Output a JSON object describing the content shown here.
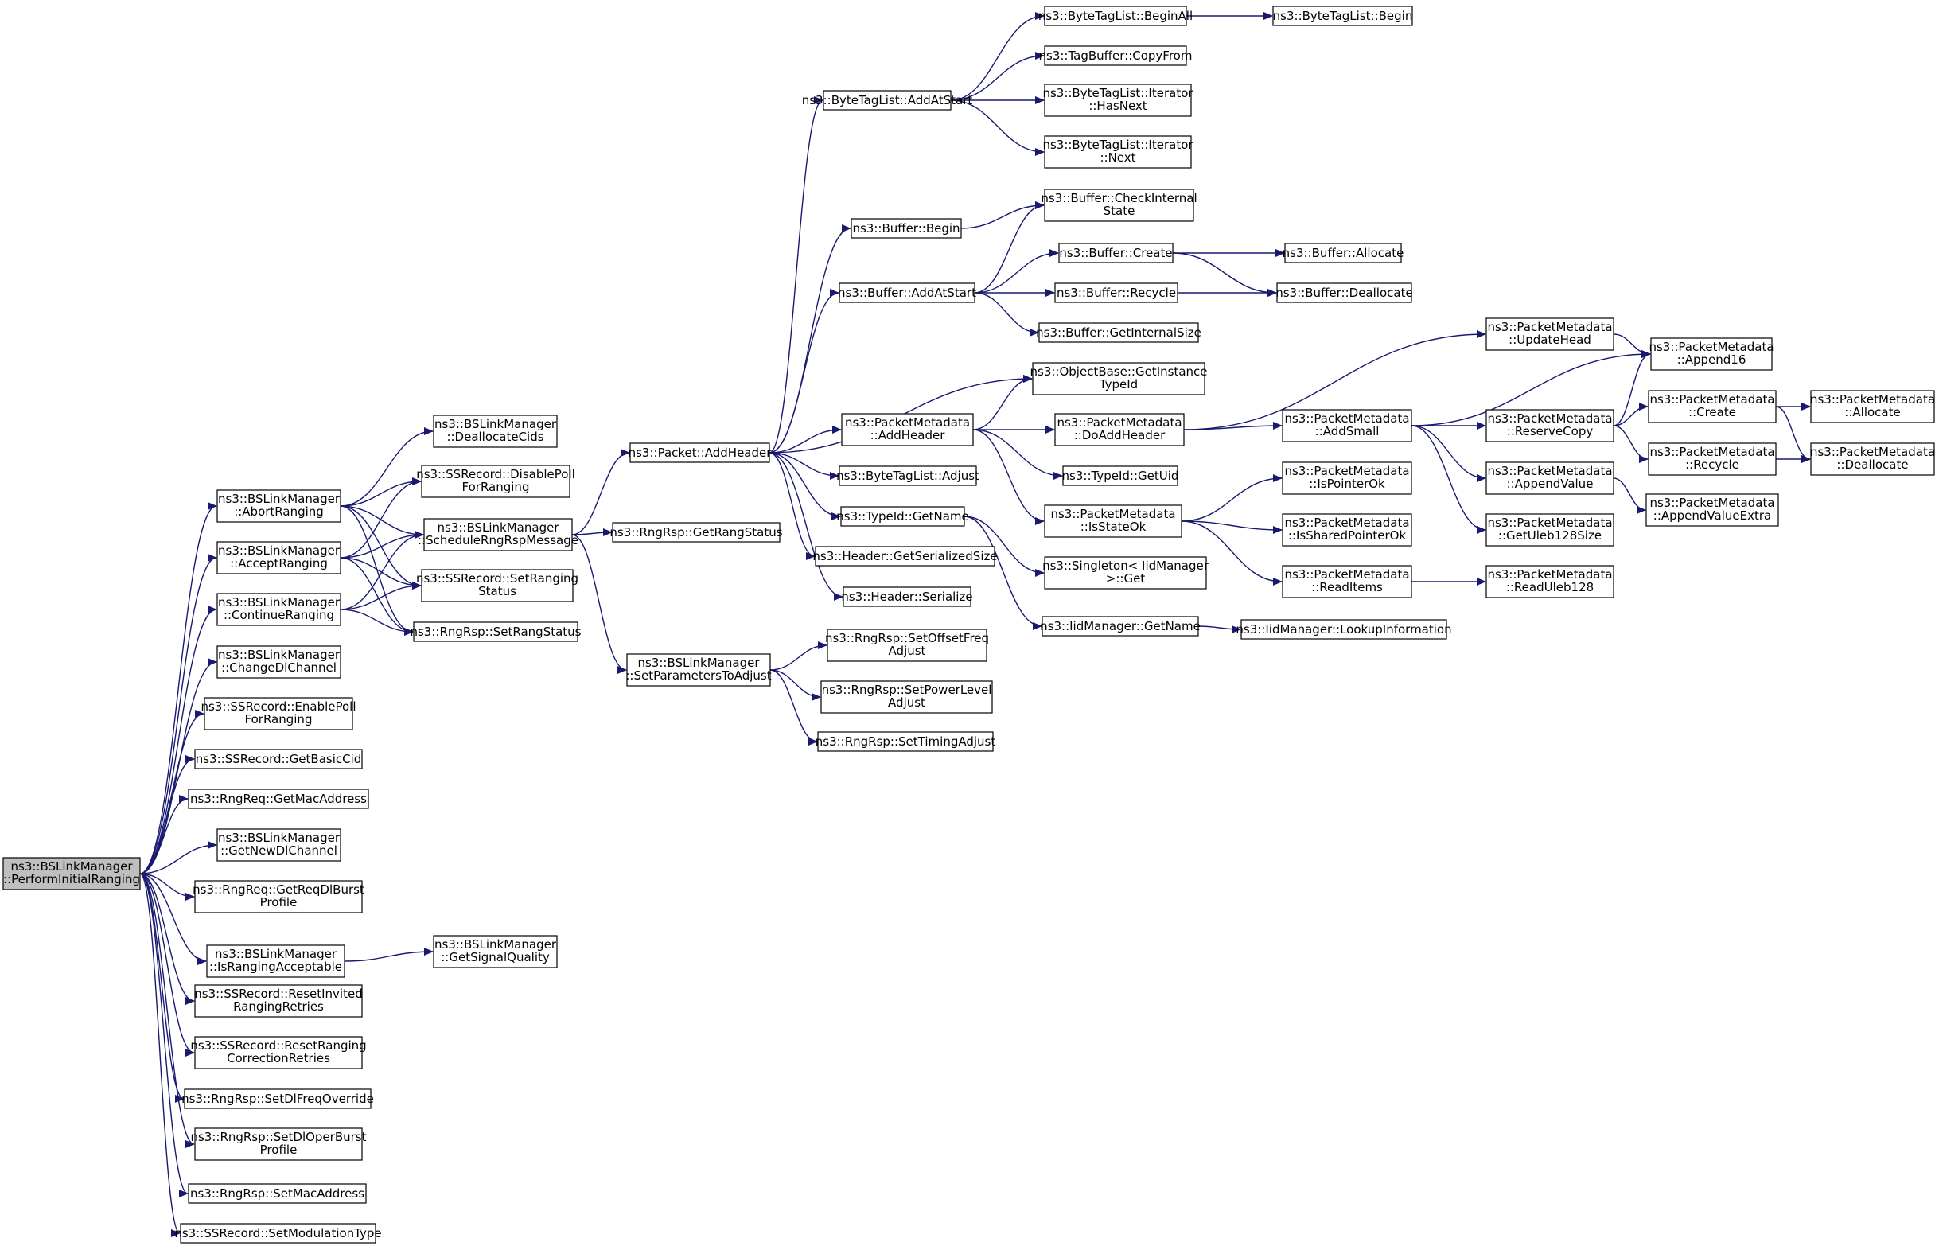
{
  "colors": {
    "edge": "#191970",
    "node_border": "#000000",
    "node_fill": "#ffffff",
    "root_fill": "#bfbfbf"
  },
  "nodes": [
    {
      "id": "root",
      "lines": [
        "ns3::BSLinkManager",
        "::PerformInitialRanging"
      ],
      "root": true
    },
    {
      "id": "abort",
      "lines": [
        "ns3::BSLinkManager",
        "::AbortRanging"
      ]
    },
    {
      "id": "accept",
      "lines": [
        "ns3::BSLinkManager",
        "::AcceptRanging"
      ]
    },
    {
      "id": "cont",
      "lines": [
        "ns3::BSLinkManager",
        "::ContinueRanging"
      ]
    },
    {
      "id": "chdl",
      "lines": [
        "ns3::BSLinkManager",
        "::ChangeDlChannel"
      ]
    },
    {
      "id": "enpoll",
      "lines": [
        "ns3::SSRecord::EnablePoll",
        "ForRanging"
      ]
    },
    {
      "id": "basiccid",
      "lines": [
        "ns3::SSRecord::GetBasicCid"
      ]
    },
    {
      "id": "reqmac",
      "lines": [
        "ns3::RngReq::GetMacAddress"
      ]
    },
    {
      "id": "newdl",
      "lines": [
        "ns3::BSLinkManager",
        "::GetNewDlChannel"
      ]
    },
    {
      "id": "reqdl",
      "lines": [
        "ns3::RngReq::GetReqDlBurst",
        "Profile"
      ]
    },
    {
      "id": "isacc",
      "lines": [
        "ns3::BSLinkManager",
        "::IsRangingAcceptable"
      ]
    },
    {
      "id": "resinv",
      "lines": [
        "ns3::SSRecord::ResetInvited",
        "RangingRetries"
      ]
    },
    {
      "id": "rescorr",
      "lines": [
        "ns3::SSRecord::ResetRanging",
        "CorrectionRetries"
      ]
    },
    {
      "id": "dlfreq",
      "lines": [
        "ns3::RngRsp::SetDlFreqOverride"
      ]
    },
    {
      "id": "dloper",
      "lines": [
        "ns3::RngRsp::SetDlOperBurst",
        "Profile"
      ]
    },
    {
      "id": "setmac",
      "lines": [
        "ns3::RngRsp::SetMacAddress"
      ]
    },
    {
      "id": "setmod",
      "lines": [
        "ns3::SSRecord::SetModulationType"
      ]
    },
    {
      "id": "dealloccids",
      "lines": [
        "ns3::BSLinkManager",
        "::DeallocateCids"
      ]
    },
    {
      "id": "dispoll",
      "lines": [
        "ns3::SSRecord::DisablePoll",
        "ForRanging"
      ]
    },
    {
      "id": "sched",
      "lines": [
        "ns3::BSLinkManager",
        "::ScheduleRngRspMessage"
      ]
    },
    {
      "id": "ssrang",
      "lines": [
        "ns3::SSRecord::SetRanging",
        "Status"
      ]
    },
    {
      "id": "rsprang",
      "lines": [
        "ns3::RngRsp::SetRangStatus"
      ]
    },
    {
      "id": "sigq",
      "lines": [
        "ns3::BSLinkManager",
        "::GetSignalQuality"
      ]
    },
    {
      "id": "addhdr",
      "lines": [
        "ns3::Packet::AddHeader"
      ]
    },
    {
      "id": "getrang",
      "lines": [
        "ns3::RngRsp::GetRangStatus"
      ]
    },
    {
      "id": "setparams",
      "lines": [
        "ns3::BSLinkManager",
        "::SetParametersToAdjust"
      ]
    },
    {
      "id": "btladd",
      "lines": [
        "ns3::ByteTagList::AddAtStart"
      ]
    },
    {
      "id": "bufbegin",
      "lines": [
        "ns3::Buffer::Begin"
      ]
    },
    {
      "id": "bufadd",
      "lines": [
        "ns3::Buffer::AddAtStart"
      ]
    },
    {
      "id": "pmaddh",
      "lines": [
        "ns3::PacketMetadata",
        "::AddHeader"
      ]
    },
    {
      "id": "btladj",
      "lines": [
        "ns3::ByteTagList::Adjust"
      ]
    },
    {
      "id": "tidname",
      "lines": [
        "ns3::TypeId::GetName"
      ]
    },
    {
      "id": "hdrsize",
      "lines": [
        "ns3::Header::GetSerializedSize"
      ]
    },
    {
      "id": "hdrser",
      "lines": [
        "ns3::Header::Serialize"
      ]
    },
    {
      "id": "offset",
      "lines": [
        "ns3::RngRsp::SetOffsetFreq",
        "Adjust"
      ]
    },
    {
      "id": "power",
      "lines": [
        "ns3::RngRsp::SetPowerLevel",
        "Adjust"
      ]
    },
    {
      "id": "timing",
      "lines": [
        "ns3::RngRsp::SetTimingAdjust"
      ]
    },
    {
      "id": "btlbeginall",
      "lines": [
        "ns3::ByteTagList::BeginAll"
      ]
    },
    {
      "id": "tbcopy",
      "lines": [
        "ns3::TagBuffer::CopyFrom"
      ]
    },
    {
      "id": "btlhasnext",
      "lines": [
        "ns3::ByteTagList::Iterator",
        "::HasNext"
      ]
    },
    {
      "id": "btlnext",
      "lines": [
        "ns3::ByteTagList::Iterator",
        "::Next"
      ]
    },
    {
      "id": "bufcheck",
      "lines": [
        "ns3::Buffer::CheckInternal",
        "State"
      ]
    },
    {
      "id": "bufcreate",
      "lines": [
        "ns3::Buffer::Create"
      ]
    },
    {
      "id": "bufrecycle",
      "lines": [
        "ns3::Buffer::Recycle"
      ]
    },
    {
      "id": "bufintsize",
      "lines": [
        "ns3::Buffer::GetInternalSize"
      ]
    },
    {
      "id": "obinst",
      "lines": [
        "ns3::ObjectBase::GetInstance",
        "TypeId"
      ]
    },
    {
      "id": "pmdoadd",
      "lines": [
        "ns3::PacketMetadata",
        "::DoAddHeader"
      ]
    },
    {
      "id": "tiduid",
      "lines": [
        "ns3::TypeId::GetUid"
      ]
    },
    {
      "id": "pmstate",
      "lines": [
        "ns3::PacketMetadata",
        "::IsStateOk"
      ]
    },
    {
      "id": "singleton",
      "lines": [
        "ns3::Singleton< IidManager",
        ">::Get"
      ]
    },
    {
      "id": "iidname",
      "lines": [
        "ns3::IidManager::GetName"
      ]
    },
    {
      "id": "btlbegin",
      "lines": [
        "ns3::ByteTagList::Begin"
      ]
    },
    {
      "id": "bufalloc",
      "lines": [
        "ns3::Buffer::Allocate"
      ]
    },
    {
      "id": "bufdealloc",
      "lines": [
        "ns3::Buffer::Deallocate"
      ]
    },
    {
      "id": "pmupdate",
      "lines": [
        "ns3::PacketMetadata",
        "::UpdateHead"
      ]
    },
    {
      "id": "pmaddsmall",
      "lines": [
        "ns3::PacketMetadata",
        "::AddSmall"
      ]
    },
    {
      "id": "pmptrok",
      "lines": [
        "ns3::PacketMetadata",
        "::IsPointerOk"
      ]
    },
    {
      "id": "pmshared",
      "lines": [
        "ns3::PacketMetadata",
        "::IsSharedPointerOk"
      ]
    },
    {
      "id": "pmread",
      "lines": [
        "ns3::PacketMetadata",
        "::ReadItems"
      ]
    },
    {
      "id": "iidlookup",
      "lines": [
        "ns3::IidManager::LookupInformation"
      ]
    },
    {
      "id": "pmappend16",
      "lines": [
        "ns3::PacketMetadata",
        "::Append16"
      ]
    },
    {
      "id": "pmreserve",
      "lines": [
        "ns3::PacketMetadata",
        "::ReserveCopy"
      ]
    },
    {
      "id": "pmappval",
      "lines": [
        "ns3::PacketMetadata",
        "::AppendValue"
      ]
    },
    {
      "id": "pmuleb",
      "lines": [
        "ns3::PacketMetadata",
        "::GetUleb128Size"
      ]
    },
    {
      "id": "pmreaduleb",
      "lines": [
        "ns3::PacketMetadata",
        "::ReadUleb128"
      ]
    },
    {
      "id": "pmcreate",
      "lines": [
        "ns3::PacketMetadata",
        "::Create"
      ]
    },
    {
      "id": "pmrecycle",
      "lines": [
        "ns3::PacketMetadata",
        "::Recycle"
      ]
    },
    {
      "id": "pmappextra",
      "lines": [
        "ns3::PacketMetadata",
        "::AppendValueExtra"
      ]
    },
    {
      "id": "pmalloc",
      "lines": [
        "ns3::PacketMetadata",
        "::Allocate"
      ]
    },
    {
      "id": "pmdealloc",
      "lines": [
        "ns3::PacketMetadata",
        "::Deallocate"
      ]
    }
  ],
  "edges": [
    [
      "root",
      "abort"
    ],
    [
      "root",
      "accept"
    ],
    [
      "root",
      "cont"
    ],
    [
      "root",
      "chdl"
    ],
    [
      "root",
      "enpoll"
    ],
    [
      "root",
      "basiccid"
    ],
    [
      "root",
      "reqmac"
    ],
    [
      "root",
      "newdl"
    ],
    [
      "root",
      "reqdl"
    ],
    [
      "root",
      "isacc"
    ],
    [
      "root",
      "resinv"
    ],
    [
      "root",
      "rescorr"
    ],
    [
      "root",
      "dlfreq"
    ],
    [
      "root",
      "dloper"
    ],
    [
      "root",
      "setmac"
    ],
    [
      "root",
      "setmod"
    ],
    [
      "abort",
      "dealloccids"
    ],
    [
      "abort",
      "dispoll"
    ],
    [
      "abort",
      "sched"
    ],
    [
      "abort",
      "ssrang"
    ],
    [
      "abort",
      "rsprang"
    ],
    [
      "accept",
      "dispoll"
    ],
    [
      "accept",
      "sched"
    ],
    [
      "accept",
      "ssrang"
    ],
    [
      "accept",
      "rsprang"
    ],
    [
      "cont",
      "sched"
    ],
    [
      "cont",
      "ssrang"
    ],
    [
      "cont",
      "rsprang"
    ],
    [
      "isacc",
      "sigq"
    ],
    [
      "sched",
      "addhdr"
    ],
    [
      "sched",
      "getrang"
    ],
    [
      "sched",
      "setparams"
    ],
    [
      "addhdr",
      "btladd"
    ],
    [
      "addhdr",
      "bufbegin"
    ],
    [
      "addhdr",
      "bufadd"
    ],
    [
      "addhdr",
      "obinst"
    ],
    [
      "addhdr",
      "pmaddh"
    ],
    [
      "addhdr",
      "btladj"
    ],
    [
      "addhdr",
      "tidname"
    ],
    [
      "addhdr",
      "hdrsize"
    ],
    [
      "addhdr",
      "hdrser"
    ],
    [
      "setparams",
      "offset"
    ],
    [
      "setparams",
      "power"
    ],
    [
      "setparams",
      "timing"
    ],
    [
      "btladd",
      "btlbeginall"
    ],
    [
      "btladd",
      "tbcopy"
    ],
    [
      "btladd",
      "btlhasnext"
    ],
    [
      "btladd",
      "btlnext"
    ],
    [
      "btlbeginall",
      "btlbegin"
    ],
    [
      "bufbegin",
      "bufcheck"
    ],
    [
      "bufadd",
      "bufcheck"
    ],
    [
      "bufadd",
      "bufcreate"
    ],
    [
      "bufadd",
      "bufrecycle"
    ],
    [
      "bufadd",
      "bufintsize"
    ],
    [
      "bufcreate",
      "bufalloc"
    ],
    [
      "bufcreate",
      "bufdealloc"
    ],
    [
      "bufrecycle",
      "bufdealloc"
    ],
    [
      "pmaddh",
      "obinst"
    ],
    [
      "pmaddh",
      "pmdoadd"
    ],
    [
      "pmaddh",
      "tiduid"
    ],
    [
      "pmaddh",
      "pmstate"
    ],
    [
      "tidname",
      "singleton"
    ],
    [
      "tidname",
      "iidname"
    ],
    [
      "iidname",
      "iidlookup"
    ],
    [
      "pmdoadd",
      "pmupdate"
    ],
    [
      "pmdoadd",
      "pmaddsmall"
    ],
    [
      "pmstate",
      "pmptrok"
    ],
    [
      "pmstate",
      "pmshared"
    ],
    [
      "pmstate",
      "pmread"
    ],
    [
      "pmupdate",
      "pmappend16"
    ],
    [
      "pmaddsmall",
      "pmappend16"
    ],
    [
      "pmaddsmall",
      "pmreserve"
    ],
    [
      "pmaddsmall",
      "pmappval"
    ],
    [
      "pmaddsmall",
      "pmuleb"
    ],
    [
      "pmread",
      "pmreaduleb"
    ],
    [
      "pmreserve",
      "pmappend16"
    ],
    [
      "pmreserve",
      "pmcreate"
    ],
    [
      "pmreserve",
      "pmrecycle"
    ],
    [
      "pmappval",
      "pmappextra"
    ],
    [
      "pmcreate",
      "pmalloc"
    ],
    [
      "pmcreate",
      "pmdealloc"
    ],
    [
      "pmrecycle",
      "pmdealloc"
    ]
  ]
}
